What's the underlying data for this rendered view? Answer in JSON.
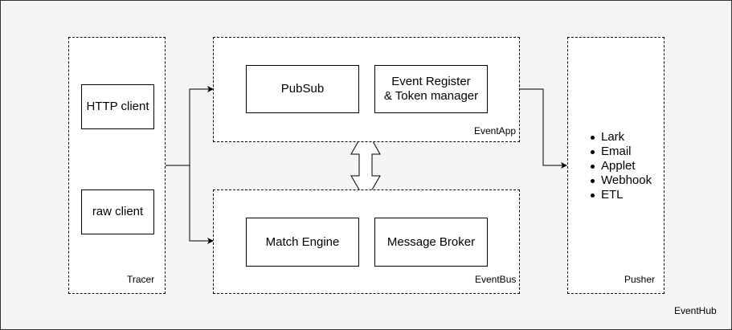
{
  "diagram": {
    "outer_label": "EventHub",
    "tracer": {
      "label": "Tracer",
      "clients": [
        "HTTP client",
        "raw client"
      ]
    },
    "event_app": {
      "label": "EventApp",
      "boxes": [
        "PubSub",
        "Event Register\n& Token manager"
      ]
    },
    "event_bus": {
      "label": "EventBus",
      "boxes": [
        "Match Engine",
        "Message Broker"
      ]
    },
    "pusher": {
      "label": "Pusher",
      "channels": [
        "Lark",
        "Email",
        "Applet",
        "Webhook",
        "ETL"
      ]
    }
  }
}
